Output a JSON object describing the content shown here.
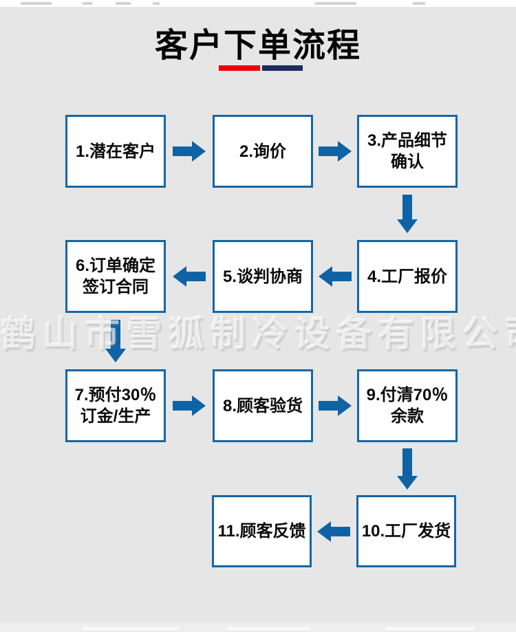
{
  "title": {
    "text": "客户下单流程"
  },
  "title_underline": {
    "red": "#ec0000",
    "navy": "#1e2b5e"
  },
  "colors": {
    "background": "#e6e6e6",
    "box_border": "#1566a4",
    "box_bg": "#ffffff",
    "arrow": "#0f63a5",
    "text": "#0a0a0a"
  },
  "watermark": {
    "text": "鹤山市雪狐制冷设备有限公司"
  },
  "flow": {
    "boxes": [
      {
        "name": "potential-customer",
        "lines": [
          "1.潜在客户"
        ]
      },
      {
        "name": "inquiry",
        "lines": [
          "2.询价"
        ]
      },
      {
        "name": "product-details-confirm",
        "lines": [
          "3.产品细节",
          "确认"
        ]
      },
      {
        "name": "factory-quote",
        "lines": [
          "4.工厂报价"
        ]
      },
      {
        "name": "negotiation",
        "lines": [
          "5.谈判协商"
        ]
      },
      {
        "name": "order-confirm-sign-contract",
        "lines": [
          "6.订单确定",
          "签订合同"
        ]
      },
      {
        "name": "deposit-and-production",
        "lines": [
          "7.预付30％",
          "订金/生产"
        ]
      },
      {
        "name": "customer-inspection",
        "lines": [
          "8.顾客验货"
        ]
      },
      {
        "name": "pay-remaining-balance",
        "lines": [
          "9.付清70％",
          "余款"
        ]
      },
      {
        "name": "factory-shipment",
        "lines": [
          "10.工厂发货"
        ]
      },
      {
        "name": "customer-feedback",
        "lines": [
          "11.顾客反馈"
        ]
      }
    ]
  }
}
